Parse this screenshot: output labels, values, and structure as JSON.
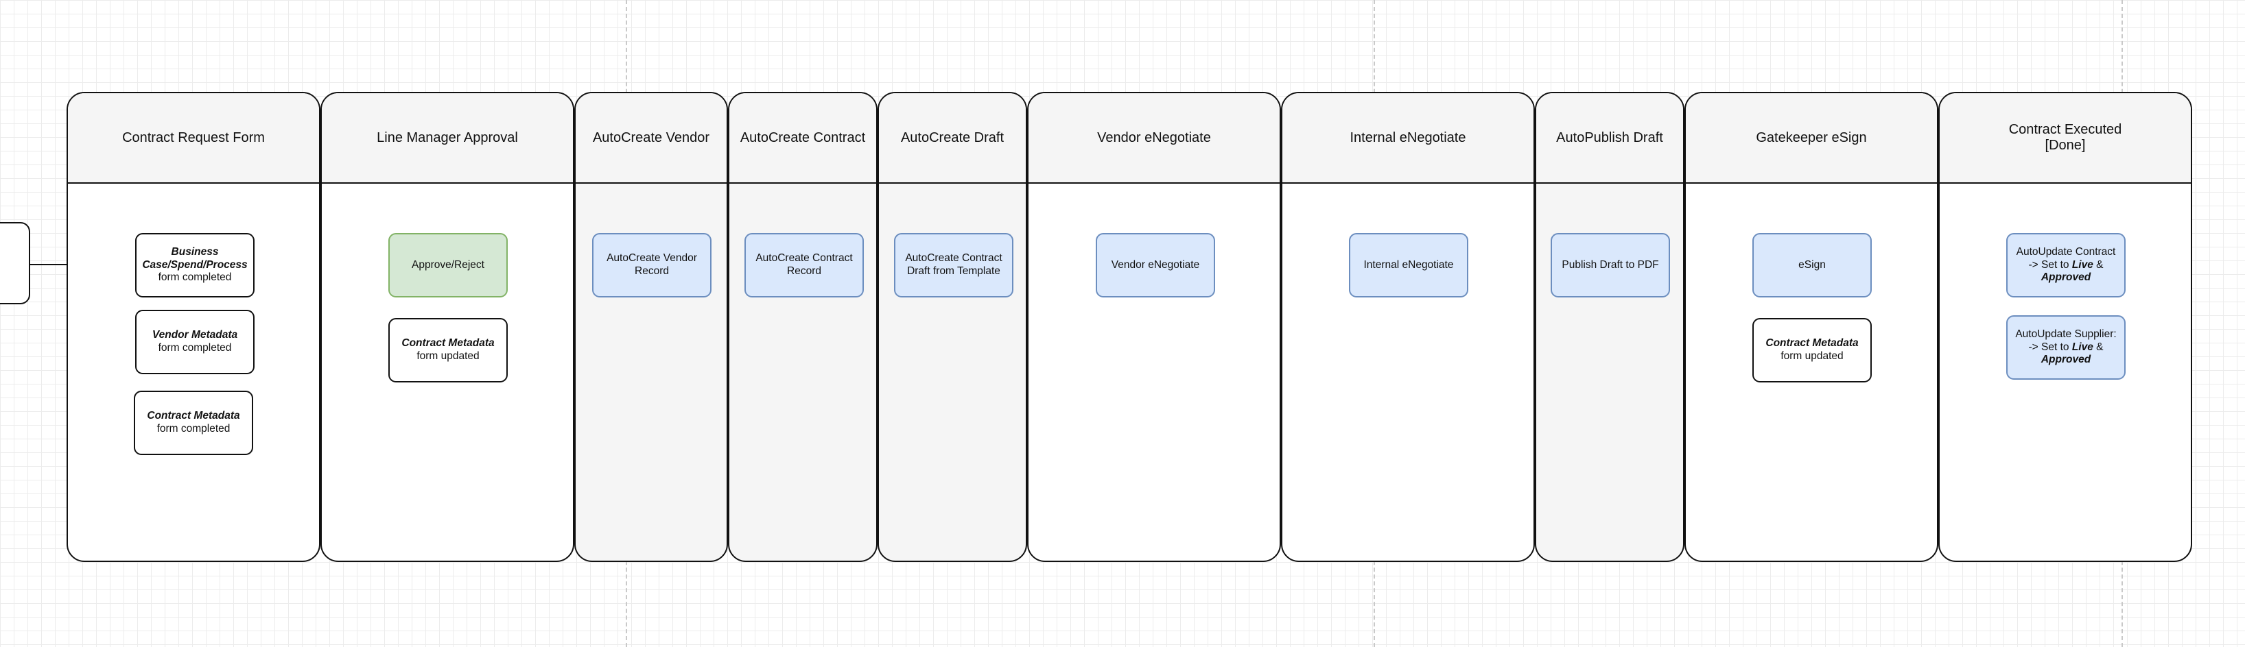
{
  "diagram": {
    "lanes": [
      {
        "title": "Contract Request Form",
        "cards": [
          {
            "pre": "",
            "bold": "Business Case/Spend/Process",
            "post": " form completed",
            "style": "white"
          },
          {
            "pre": "",
            "bold": "Vendor Metadata",
            "post": " form completed",
            "style": "white"
          },
          {
            "pre": "",
            "bold": "Contract Metadata",
            "post": " form completed",
            "style": "white"
          }
        ]
      },
      {
        "title": "Line Manager Approval",
        "cards": [
          {
            "pre": "Approve/Reject",
            "bold": "",
            "post": "",
            "style": "green"
          },
          {
            "pre": "",
            "bold": "Contract Metadata",
            "post": " form updated",
            "style": "white"
          }
        ]
      },
      {
        "title": "AutoCreate Vendor",
        "cards": [
          {
            "pre": "AutoCreate Vendor Record",
            "bold": "",
            "post": "",
            "style": "blue"
          }
        ]
      },
      {
        "title": "AutoCreate Contract",
        "cards": [
          {
            "pre": "AutoCreate Contract Record",
            "bold": "",
            "post": "",
            "style": "blue"
          }
        ]
      },
      {
        "title": "AutoCreate Draft",
        "cards": [
          {
            "pre": "AutoCreate Contract Draft from Template",
            "bold": "",
            "post": "",
            "style": "blue"
          }
        ]
      },
      {
        "title": "Vendor eNegotiate",
        "cards": [
          {
            "pre": "Vendor eNegotiate",
            "bold": "",
            "post": "",
            "style": "blue"
          }
        ]
      },
      {
        "title": "Internal eNegotiate",
        "cards": [
          {
            "pre": "Internal eNegotiate",
            "bold": "",
            "post": "",
            "style": "blue"
          }
        ]
      },
      {
        "title": "AutoPublish Draft",
        "cards": [
          {
            "pre": "Publish Draft to PDF",
            "bold": "",
            "post": "",
            "style": "blue"
          }
        ]
      },
      {
        "title": "Gatekeeper eSign",
        "cards": [
          {
            "pre": "eSign",
            "bold": "",
            "post": "",
            "style": "blue"
          },
          {
            "pre": "",
            "bold": "Contract Metadata",
            "post": " form updated",
            "style": "white"
          }
        ]
      },
      {
        "title": "Contract Executed\n[Done]",
        "cards": [
          {
            "pre": "AutoUpdate Contract -> Set to ",
            "bold": "Live",
            "mid": " & ",
            "bold2": "Approved",
            "post": "",
            "style": "blue"
          },
          {
            "pre": "AutoUpdate Supplier: -> Set to ",
            "bold": "Live",
            "mid": " & ",
            "bold2": "Approved",
            "post": "",
            "style": "blue"
          }
        ]
      }
    ]
  }
}
